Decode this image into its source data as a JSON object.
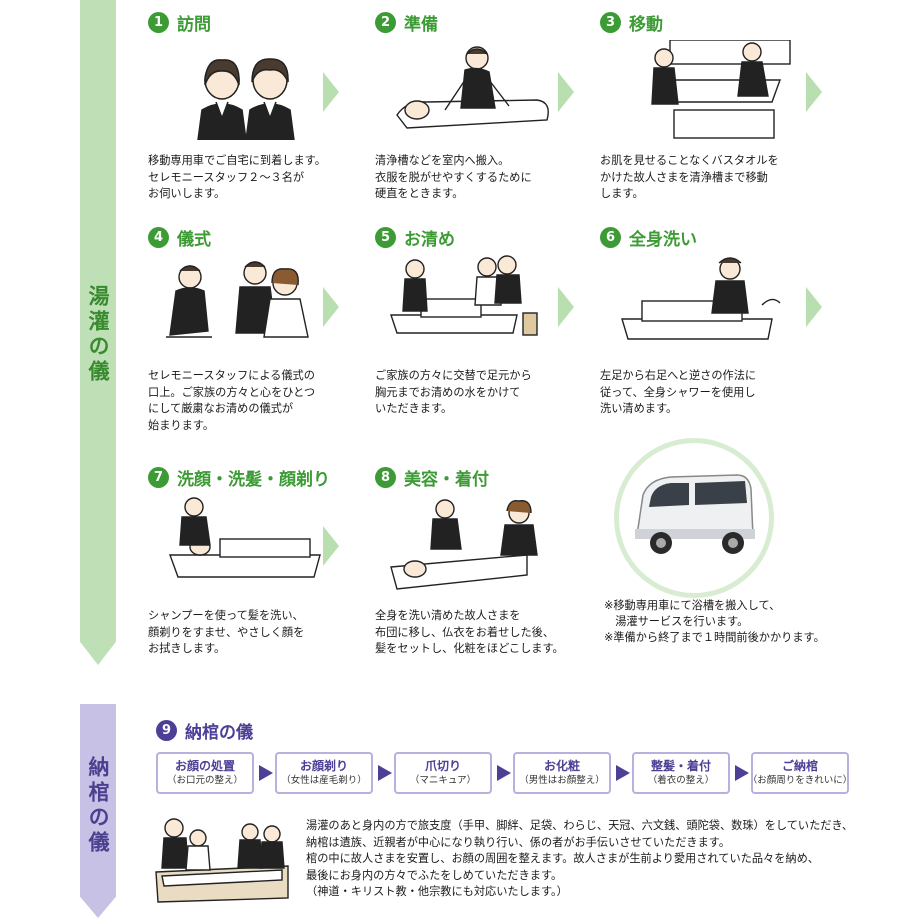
{
  "colors": {
    "green": "#3d9b35",
    "green_banner": "#bfe0b6",
    "purple": "#4d3f95",
    "purple_banner": "#c7c1e6"
  },
  "yukan": {
    "banner": "湯灌の儀",
    "steps": [
      {
        "num": "1",
        "title": "訪問",
        "desc": "移動専用車でご自宅に到着します。\nセレモニースタッフ２～３名が\nお伺いします。"
      },
      {
        "num": "2",
        "title": "準備",
        "desc": "清浄槽などを室内へ搬入。\n衣服を脱がせやすくするために\n硬直をときます。"
      },
      {
        "num": "3",
        "title": "移動",
        "desc": "お肌を見せることなくバスタオルを\nかけた故人さまを清浄槽まで移動\nします。"
      },
      {
        "num": "4",
        "title": "儀式",
        "desc": "セレモニースタッフによる儀式の\n口上。ご家族の方々と心をひとつ\nにして厳粛なお清めの儀式が\n始まります。"
      },
      {
        "num": "5",
        "title": "お清め",
        "desc": "ご家族の方々に交替で足元から\n胸元までお清めの水をかけて\nいただきます。"
      },
      {
        "num": "6",
        "title": "全身洗い",
        "desc": "左足から右足へと逆さの作法に\n従って、全身シャワーを使用し\n洗い清めます。"
      },
      {
        "num": "7",
        "title": "洗顔・洗髪・顔剃り",
        "desc": "シャンプーを使って髪を洗い、\n顔剃りをすませ、やさしく顔を\nお拭きします。"
      },
      {
        "num": "8",
        "title": "美容・着付",
        "desc": "全身を洗い清めた故人さまを\n布団に移し、仏衣をお着せした後、\n髪をセットし、化粧をほどこします。"
      }
    ],
    "note": "※移動専用車にて浴槽を搬入して、\n　湯灌サービスを行います。\n※準備から終了まで１時間前後かかります。"
  },
  "nokan": {
    "banner": "納棺の儀",
    "num": "9",
    "title": "納棺の儀",
    "flow": [
      {
        "label": "お顔の処置",
        "sub": "（お口元の整え）"
      },
      {
        "label": "お顔剃り",
        "sub": "（女性は産毛剃り）"
      },
      {
        "label": "爪切り",
        "sub": "（マニキュア）"
      },
      {
        "label": "お化粧",
        "sub": "（男性はお顔整え）"
      },
      {
        "label": "整髪・着付",
        "sub": "（着衣の整え）"
      },
      {
        "label": "ご納棺",
        "sub": "（お顔周りをきれいに）"
      }
    ],
    "text": "湯灌のあと身内の方で旅支度（手甲、脚絆、足袋、わらじ、天冠、六文銭、頭陀袋、数珠）をしていただき、\n納棺は遺族、近親者が中心になり執り行い、係の者がお手伝いさせていただきます。\n 棺の中に故人さまを安置し、お顔の周囲を整えます。故人さまが生前より愛用されていた品々を納め、\n最後にお身内の方々でふたをしめていただきます。\n（神道・キリスト教・他宗教にも対応いたします。）"
  }
}
